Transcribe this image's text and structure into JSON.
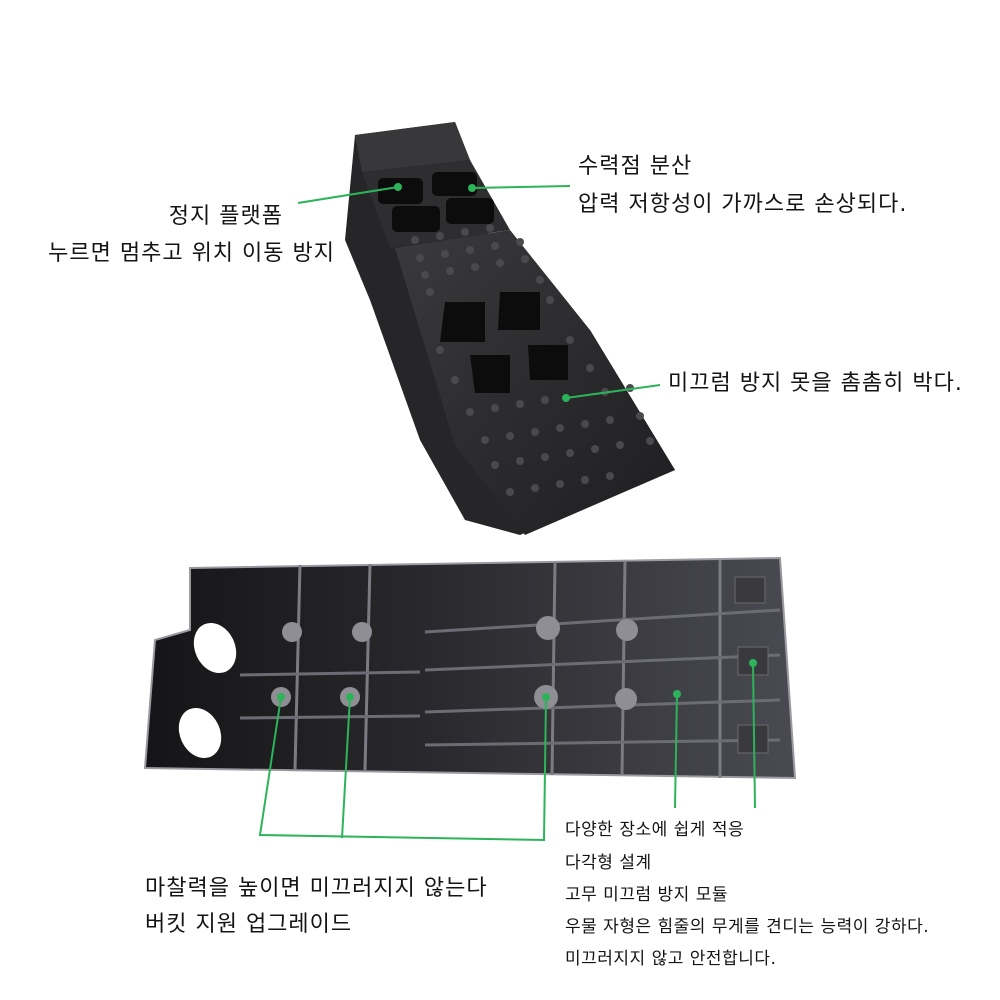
{
  "accent_color": "#2db35a",
  "top_product": {
    "name": "wheel-chock-ramp-top-view",
    "callouts": [
      {
        "id": "stop-platform",
        "lines": [
          "정지 플랫폼",
          "누르면 멈추고 위치 이동 방지"
        ]
      },
      {
        "id": "force-distribution",
        "lines": [
          "수력점 분산",
          "압력 저항성이 가까스로 손상되다."
        ]
      },
      {
        "id": "anti-slip-studs",
        "lines": [
          "미끄럼 방지 못을 촘촘히 박다."
        ]
      }
    ]
  },
  "bottom_product": {
    "name": "wheel-chock-ramp-underside-view",
    "callouts": [
      {
        "id": "friction",
        "lines": [
          "마찰력을 높이면 미끄러지지 않는다",
          "버킷 지원 업그레이드"
        ]
      },
      {
        "id": "features",
        "lines": [
          "다양한 장소에 쉽게 적응",
          "다각형 설계",
          "고무 미끄럼 방지 모듈",
          "우물 자형은 힘줄의 무게를 견디는 능력이 강하다.",
          "미끄러지지 않고 안전합니다."
        ]
      }
    ]
  }
}
